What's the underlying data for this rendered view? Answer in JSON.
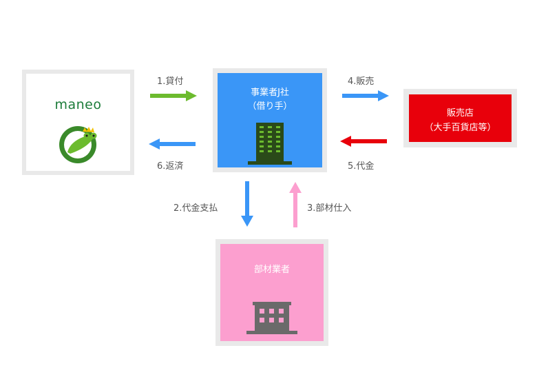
{
  "colors": {
    "green": "#6cbb2e",
    "blue": "#3a96f7",
    "red": "#e8000b",
    "pink": "#fc9fcf",
    "frame": "#e9e9e9",
    "maneo_text": "#1c7c3a",
    "building_dark": "#2a4a19",
    "building_grey": "#6a6a6a"
  },
  "maneo": {
    "name": "maneo",
    "logo_icon": "frog-icon"
  },
  "borrower": {
    "line1": "事業者J社",
    "line2": "（借り手）",
    "icon": "office-building-icon"
  },
  "retailer": {
    "line1": "販売店",
    "line2": "（大手百貨店等）"
  },
  "supplier": {
    "line1": "部材業者",
    "icon": "building-icon"
  },
  "flows": {
    "loan": "1.貸付",
    "payment_to_supplier": "2.代金支払",
    "parts_purchase": "3.部材仕入",
    "sales": "4.販売",
    "payment_from_retailer": "5.代金",
    "repayment": "6.返済"
  }
}
